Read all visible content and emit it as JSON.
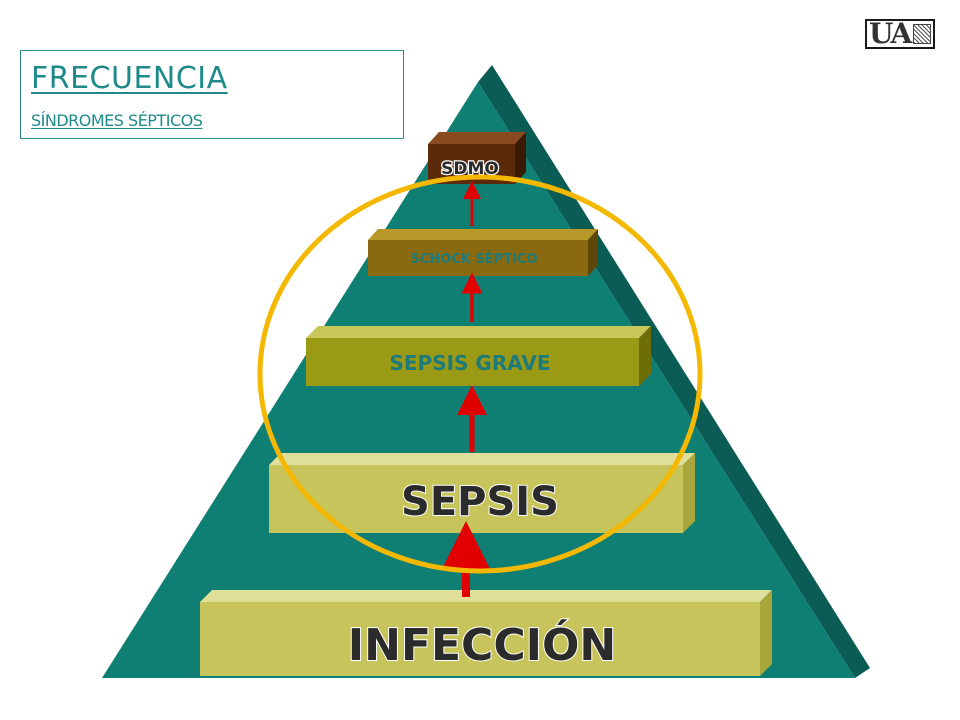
{
  "title": {
    "main": "FRECUENCIA",
    "subtitle": "SÍNDROMES SÉPTICOS"
  },
  "logo": {
    "text": "UA"
  },
  "colors": {
    "pyramid_face": "#0f7f73",
    "pyramid_edge": "#0a5c55",
    "circle": "#f5b800",
    "arrow": "#e00000",
    "level_sdmo": "#5a2a0a",
    "level_shock": "#8a6a10",
    "level_grave": "#9a9a14",
    "level_sepsis": "#c6c45a",
    "level_infeccion": "#c6c45a"
  },
  "levels": [
    {
      "id": "sdmo",
      "label": "SDMO"
    },
    {
      "id": "shock",
      "label": "SCHOCK SÉPTICO"
    },
    {
      "id": "grave",
      "label": "SEPSIS GRAVE"
    },
    {
      "id": "sepsis",
      "label": "SEPSIS"
    },
    {
      "id": "infeccion",
      "label": "INFECCIÓN"
    }
  ]
}
